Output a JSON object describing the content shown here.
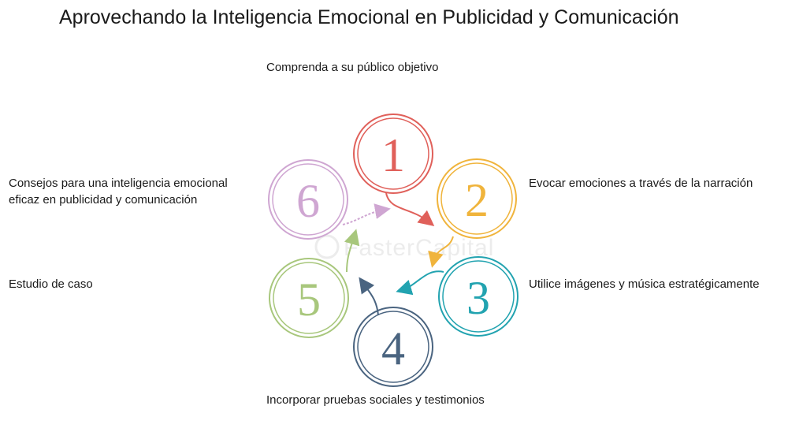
{
  "title": "Aprovechando la Inteligencia Emocional en Publicidad y Comunicación",
  "watermark": "FasterCapital",
  "steps": [
    {
      "number": "1",
      "label": "Comprenda a su público objetivo",
      "color": "#e0605a"
    },
    {
      "number": "2",
      "label": "Evocar emociones a través de la narración",
      "color": "#f0b43c"
    },
    {
      "number": "3",
      "label": "Utilice imágenes y música estratégicamente",
      "color": "#22a3b0"
    },
    {
      "number": "4",
      "label": "Incorporar pruebas sociales y testimonios",
      "color": "#4a6480"
    },
    {
      "number": "5",
      "label": "Estudio de caso",
      "color": "#a8c77c"
    },
    {
      "number": "6",
      "label": "Consejos para una inteligencia emocional eficaz en publicidad y comunicación",
      "color": "#cfa6d2"
    }
  ]
}
